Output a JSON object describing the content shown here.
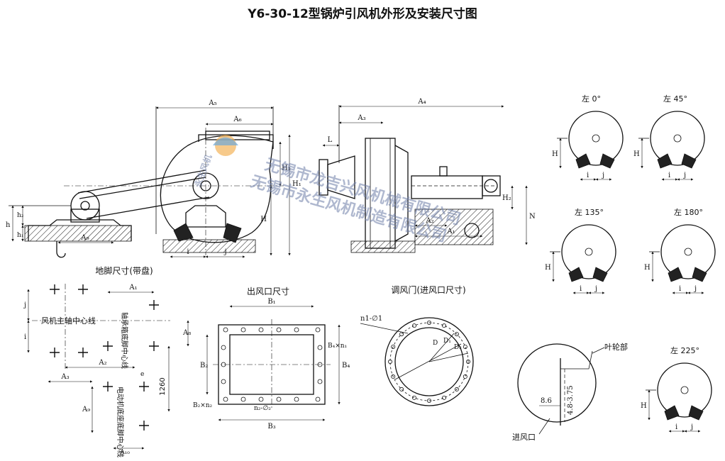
{
  "title": "Y6-30-12型锅炉引风机外形及安装尺寸图",
  "watermark": {
    "line1": "无锡市龙吉兴风机械有限公司",
    "line2": "无锡市永生风机制造有限公司",
    "logo_text": "永生风机",
    "color": "#6f7fa8"
  },
  "main_view": {
    "labels": {
      "A5": "A₅",
      "A6": "A₆",
      "A4": "A₄",
      "A3": "A₃",
      "A2": "A₂",
      "A1": "A₁",
      "H1": "H₁",
      "H2": "H₂",
      "H3": "H₃",
      "H": "H",
      "h": "h",
      "h1": "h₁",
      "h2": "h₂",
      "i": "i",
      "j": "j",
      "L": "L",
      "N": "N"
    }
  },
  "foundation": {
    "title": "地脚尺寸(带盘)",
    "fan_axis_label": "风机主轴中心线",
    "bearing_label": "轴承箱底脚中心线",
    "motor_label": "电动机底座底脚中心线",
    "dim_1260": "1260",
    "labels": {
      "A1": "A₁",
      "A2": "A₂",
      "A3": "A₃",
      "A8": "A₈",
      "A9": "A₉",
      "A10": "A₁₀",
      "i": "i",
      "j": "j",
      "e": "e"
    }
  },
  "outlet": {
    "title": "出风口尺寸",
    "B1": "B₁",
    "B2": "B₂",
    "B3": "B₃",
    "B4": "B₄",
    "Bxn": "B₄×n₁",
    "Bxn2": "B₂×n₂",
    "n2phi": "n₂-∅₂"
  },
  "damper": {
    "title": "调风门(进风口尺寸)",
    "n1phi": "n1-∅1",
    "D": "D",
    "D1": "D₁",
    "D2": "D₂"
  },
  "inlet_detail": {
    "impeller_label": "叶轮部",
    "inlet_label": "进风口",
    "dim_86": "8.6",
    "dim_range": "4.8-3.75"
  },
  "rotations": [
    {
      "label": "左 0°"
    },
    {
      "label": "左 45°"
    },
    {
      "label": "左 135°"
    },
    {
      "label": "左 180°"
    },
    {
      "label": "左 225°"
    }
  ],
  "rot_dims": {
    "H": "H",
    "i": "i",
    "j": "j"
  }
}
